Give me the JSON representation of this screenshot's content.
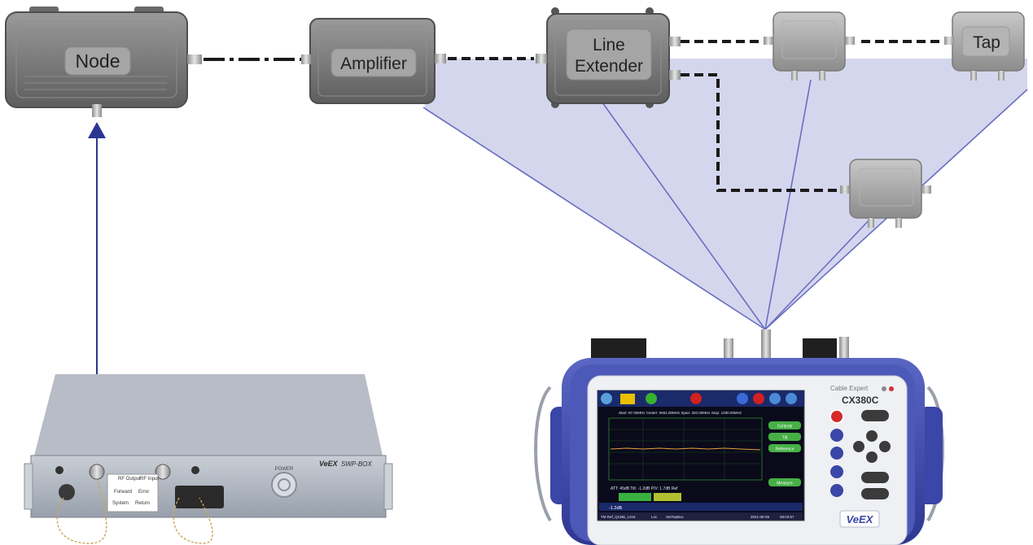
{
  "devices": {
    "node": {
      "label": "Node"
    },
    "amplifier": {
      "label": "Amplifier"
    },
    "line_extender": {
      "label_line1": "Line",
      "label_line2": "Extender"
    },
    "tap": {
      "label": "Tap"
    }
  },
  "sweep_box": {
    "brand": "VeEX",
    "model": "SWP-BOX",
    "power_label": "POWER",
    "rf_output": "RF Output",
    "rf_input": "RF Input",
    "forward": "Forward",
    "error": "Error",
    "system": "System",
    "return": "Return"
  },
  "meter": {
    "brand_small": "Cable Expert",
    "model": "CX380C",
    "logo": "VeEX",
    "screen": {
      "header_info": "Start: 87.00MHz     Center: 0651.00MHz     Span: 320.00MHz     Stop: 1290.00MHz",
      "marker_line": "ATT: 45dB   Tilt: -1.2dB   P/V: 1.7dB   Ref",
      "tilt_value": "-1.2dB",
      "footer_file": "TM Ref_QCBB_1218",
      "footer_loc": "Loc",
      "footer_mode": "SetTopBox",
      "footer_date": "2021-09-09",
      "footer_time": "08:03:57",
      "buttons": [
        "Controls",
        "Tilt",
        "Reference",
        "Measure"
      ]
    }
  },
  "colors": {
    "fan_fill": "#d2d4ec",
    "fan_line": "#6a6fc0",
    "arrow": "#2c3592",
    "cable": "#1a1a1a",
    "device_body": "#7a7a7a",
    "meter_frame": "#3f4aa8"
  }
}
